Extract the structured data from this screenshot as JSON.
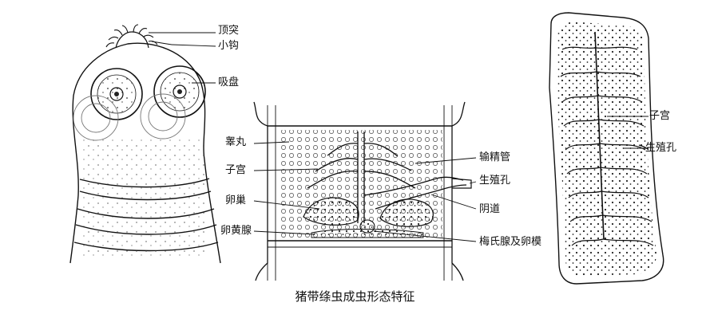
{
  "caption": "猪带绦虫成虫形态特征",
  "colors": {
    "ink": "#111111",
    "paper": "#ffffff"
  },
  "scolex": {
    "labels": {
      "rostellum": "顶突",
      "hooklets": "小钩",
      "sucker": "吸盘"
    }
  },
  "proglottid": {
    "labels": {
      "testis": "睾丸",
      "uterus": "子宫",
      "ovary": "卵巢",
      "vitelline_gland": "卵黄腺",
      "vas_deferens": "输精管",
      "genital_pore": "生殖孔",
      "vagina": "阴道",
      "mehlis_gland_ootype": "梅氏腺及卵模"
    }
  },
  "gravid": {
    "labels": {
      "uterus": "子宫",
      "genital_pore": "生殖孔"
    }
  }
}
